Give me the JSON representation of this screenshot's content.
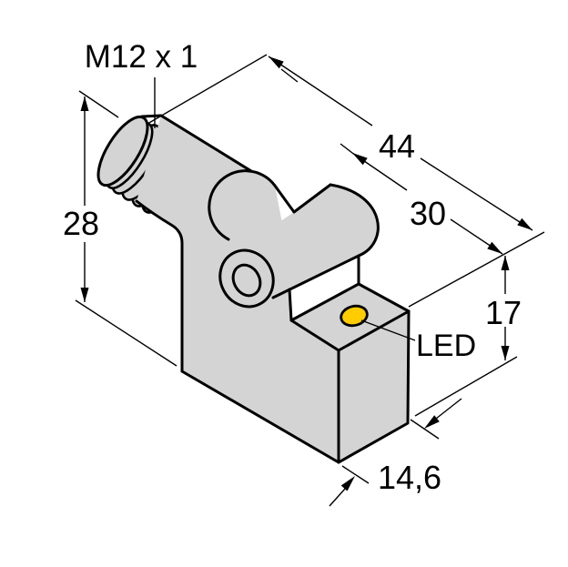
{
  "drawing": {
    "type": "technical-dimension-drawing",
    "labels": {
      "thread": "M12 x 1",
      "overall_length": "44",
      "upper_length": "30",
      "height": "28",
      "block_height": "17",
      "width": "14,6",
      "led": "LED"
    },
    "colors": {
      "body": "#d4d4d4",
      "led": "#ffcc00",
      "line": "#000000",
      "background": "#ffffff"
    }
  }
}
